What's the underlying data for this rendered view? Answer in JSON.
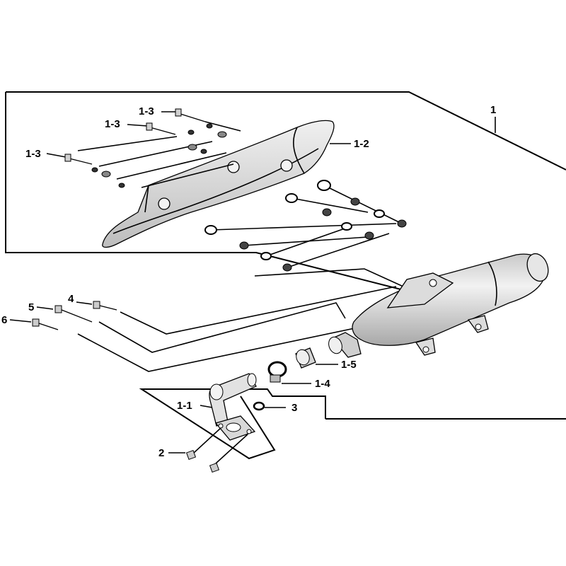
{
  "callouts": {
    "assembly": "1",
    "heat_shield": "1-2",
    "bolt_a": "1-3",
    "bolt_b": "1-3",
    "bolt_c": "1-3",
    "exhaust_pipe": "1-1",
    "gasket_clamp": "1-4",
    "collar": "1-5",
    "bolt_4": "4",
    "bolt_5": "5",
    "bolt_6": "6",
    "stud": "2",
    "gasket": "3"
  },
  "colors": {
    "line": "#000000",
    "part_fill": "#d8d8d8",
    "part_light": "#ececec",
    "background": "#ffffff"
  }
}
